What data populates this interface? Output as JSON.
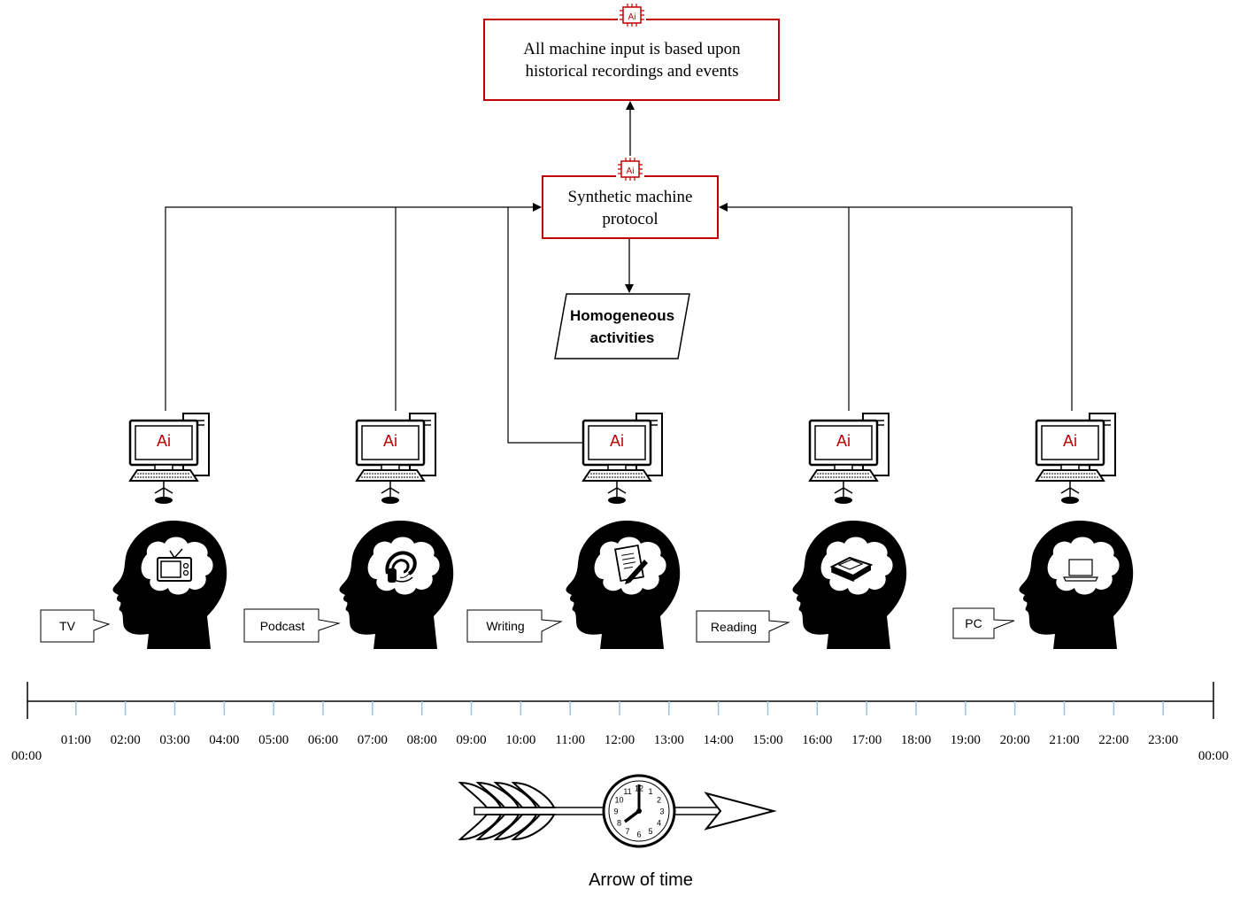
{
  "boxes": {
    "top": {
      "line1": "All machine input is based upon",
      "line2": "historical recordings and events",
      "badge": "Ai"
    },
    "protocol": {
      "line1": "Synthetic machine",
      "line2": "protocol",
      "badge": "Ai"
    },
    "homogeneous": {
      "line1": "Homogeneous",
      "line2": "activities"
    }
  },
  "computers": [
    {
      "label": "Ai"
    },
    {
      "label": "Ai"
    },
    {
      "label": "Ai"
    },
    {
      "label": "Ai"
    },
    {
      "label": "Ai"
    }
  ],
  "activities": [
    {
      "label": "TV",
      "icon": "tv-icon"
    },
    {
      "label": "Podcast",
      "icon": "podcast-icon"
    },
    {
      "label": "Writing",
      "icon": "writing-icon"
    },
    {
      "label": "Reading",
      "icon": "reading-icon"
    },
    {
      "label": "PC",
      "icon": "laptop-icon"
    }
  ],
  "timeline": {
    "start": "00:00",
    "end": "00:00",
    "hours": [
      "01:00",
      "02:00",
      "03:00",
      "04:00",
      "05:00",
      "06:00",
      "07:00",
      "08:00",
      "09:00",
      "10:00",
      "11:00",
      "12:00",
      "13:00",
      "14:00",
      "15:00",
      "16:00",
      "17:00",
      "18:00",
      "19:00",
      "20:00",
      "21:00",
      "22:00",
      "23:00"
    ]
  },
  "arrow_of_time": {
    "label": "Arrow of time"
  },
  "clock": {
    "numbers": [
      "12",
      "1",
      "2",
      "3",
      "4",
      "5",
      "6",
      "7",
      "8",
      "9",
      "10",
      "11"
    ]
  },
  "colors": {
    "accent_red": "#c00000",
    "line": "#000000",
    "tick_blue": "#9dc3e6"
  }
}
